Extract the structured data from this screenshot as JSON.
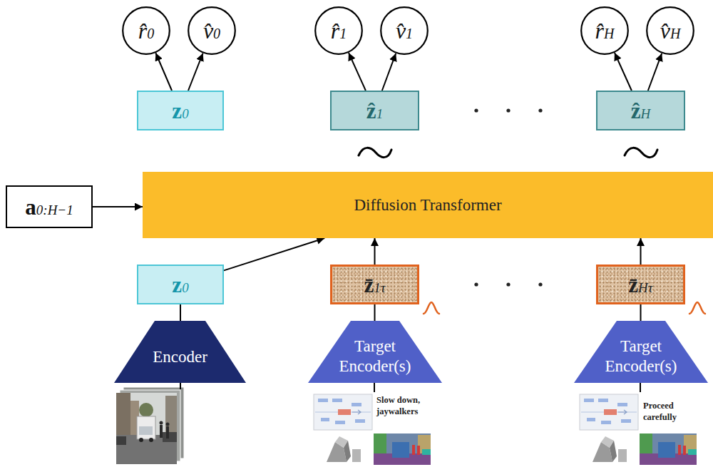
{
  "diagram": {
    "nodes": [
      {
        "text": [
          "r̂0"
        ]
      },
      {
        "text": [
          "v̂0"
        ]
      },
      {
        "text": [
          "r̂1"
        ]
      },
      {
        "text": [
          "v̂1"
        ]
      },
      {
        "text": [
          "r̂H"
        ]
      },
      {
        "text": [
          "v̂H"
        ]
      },
      {
        "text": [
          "z0"
        ]
      },
      {
        "text": [
          "ẑ1"
        ]
      },
      {
        "text": [
          "ẑH"
        ]
      },
      {
        "text": [
          "a0:H−1"
        ]
      },
      {
        "text": [
          "Diffusion Transformer"
        ]
      },
      {
        "text": [
          "z0"
        ]
      },
      {
        "text": [
          "z̄1τ"
        ]
      },
      {
        "text": [
          "z̄Hτ"
        ]
      },
      {
        "text": [
          "Encoder"
        ]
      },
      {
        "text": [
          "Target Encoder(s)"
        ]
      },
      {
        "text": [
          "Target Encoder(s)"
        ]
      }
    ],
    "edges": [
      {
        "from": 6,
        "to": 0,
        "arrow": "to"
      },
      {
        "from": 6,
        "to": 1,
        "arrow": "to"
      },
      {
        "from": 7,
        "to": 2,
        "arrow": "to"
      },
      {
        "from": 7,
        "to": 3,
        "arrow": "to"
      },
      {
        "from": 8,
        "to": 4,
        "arrow": "to"
      },
      {
        "from": 8,
        "to": 5,
        "arrow": "to"
      },
      {
        "from": 9,
        "to": 10,
        "arrow": "to"
      },
      {
        "from": 11,
        "to": 10,
        "arrow": "to"
      },
      {
        "from": 12,
        "to": 10,
        "arrow": "to"
      },
      {
        "from": 13,
        "to": 10,
        "arrow": "to"
      },
      {
        "from": 14,
        "to": 11,
        "arrow": "none"
      },
      {
        "from": 15,
        "to": 12,
        "arrow": "none"
      },
      {
        "from": 16,
        "to": 13,
        "arrow": "none"
      }
    ],
    "labels": [
      "Slow down, jaywalkers",
      "Proceed carefully"
    ]
  }
}
